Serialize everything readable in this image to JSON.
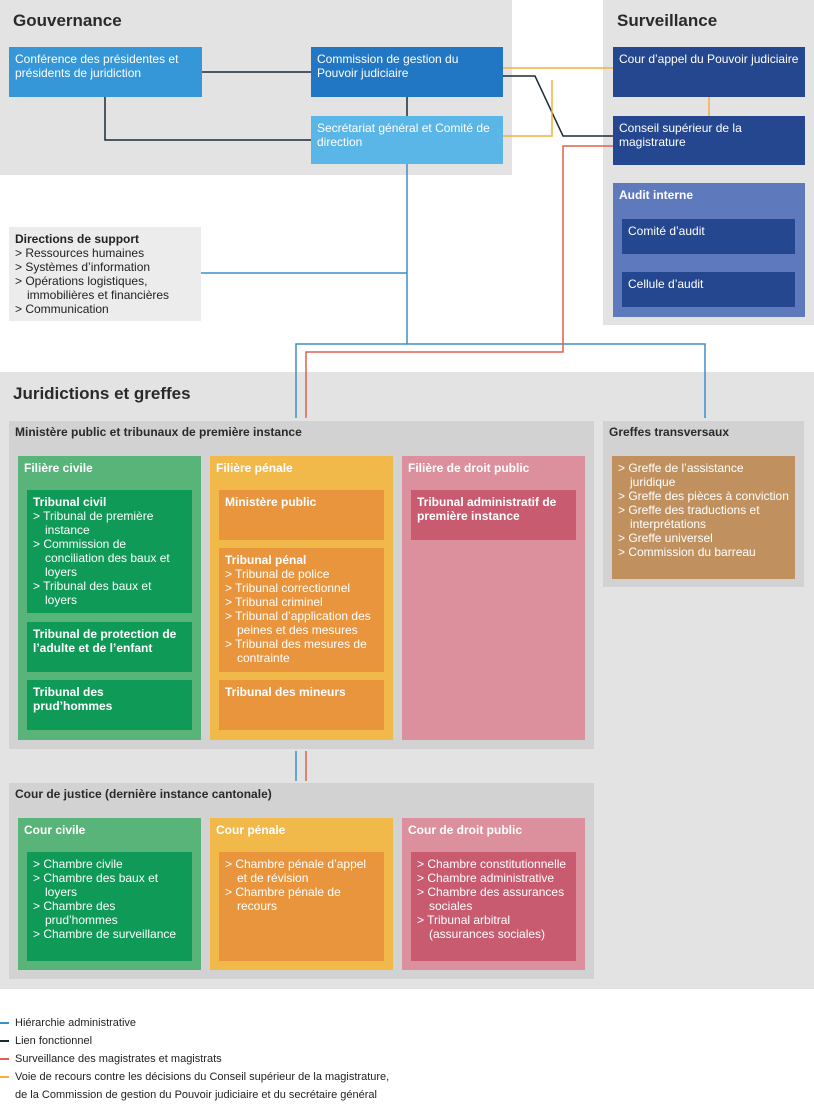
{
  "governance": {
    "title": "Gouvernance",
    "conference": "Conférence des présidentes et présidents de juridiction",
    "commission": "Commission de gestion du Pouvoir judiciaire",
    "secretariat": "Secrétariat général et Comité de direction"
  },
  "surveillance": {
    "title": "Surveillance",
    "cour_appel": "Cour d’appel du Pouvoir judiciaire",
    "conseil": "Conseil supérieur de la magistrature",
    "audit_title": "Audit interne",
    "comite": "Comité d’audit",
    "cellule": "Cellule d’audit"
  },
  "support": {
    "title": "Directions de support",
    "items": [
      "Ressources humaines",
      "Systèmes d’information",
      "Opérations logistiques, immobilières et financières",
      "Communication"
    ]
  },
  "juridictions": {
    "title": "Juridictions et greffes",
    "first_instance_title": "Ministère public et tribunaux de première instance",
    "civile": {
      "title": "Filière civile",
      "tribunal_civil": "Tribunal civil",
      "tribunal_civil_items": [
        "Tribunal de première instance",
        "Commission de conciliation des baux et loyers",
        "Tribunal des baux et loyers"
      ],
      "protection": "Tribunal de protection de l’adulte et de l’enfant",
      "prudhommes": "Tribunal des prud’hommes"
    },
    "penale": {
      "title": "Filière pénale",
      "ministere": "Ministère public",
      "tribunal_penal": "Tribunal pénal",
      "tribunal_penal_items": [
        "Tribunal de police",
        "Tribunal correctionnel",
        "Tribunal criminel",
        "Tribunal d’application des peines et des mesures",
        "Tribunal des mesures de contrainte"
      ],
      "mineurs": "Tribunal des mineurs"
    },
    "public": {
      "title": "Filière de droit public",
      "admin": "Tribunal administratif de première instance"
    },
    "greffes": {
      "title": "Greffes transversaux",
      "items": [
        "Greffe de l’assistance juridique",
        "Greffe des pièces à conviction",
        "Greffe des traductions et interprétations",
        "Greffe universel",
        "Commission du barreau"
      ]
    },
    "cour": {
      "title": "Cour de justice (dernière instance cantonale)",
      "civile_title": "Cour civile",
      "civile_items": [
        "Chambre civile",
        "Chambre des baux et loyers",
        "Chambre des prud’hommes",
        "Chambre de surveillance"
      ],
      "penale_title": "Cour pénale",
      "penale_items": [
        "Chambre pénale d’appel et de révision",
        "Chambre pénale de recours"
      ],
      "public_title": "Cour de droit public",
      "public_items": [
        "Chambre constitutionnelle",
        "Chambre administrative",
        "Chambre des assurances sociales",
        "Tribunal arbitral (assurances sociales)"
      ]
    }
  },
  "legend": {
    "admin": "Hiérarchie administrative",
    "functional": "Lien fonctionnel",
    "surveillance": "Surveillance des magistrates et magistrats",
    "recours_1": "Voie de recours contre les décisions du Conseil supérieur de la magistrature,",
    "recours_2": "de la Commission de gestion du Pouvoir judiciaire et du secrétaire général"
  },
  "colors": {
    "admin": "#3a8fc9",
    "functional": "#1d2a36",
    "surveillance": "#e2604f",
    "recours": "#f0b23c"
  }
}
